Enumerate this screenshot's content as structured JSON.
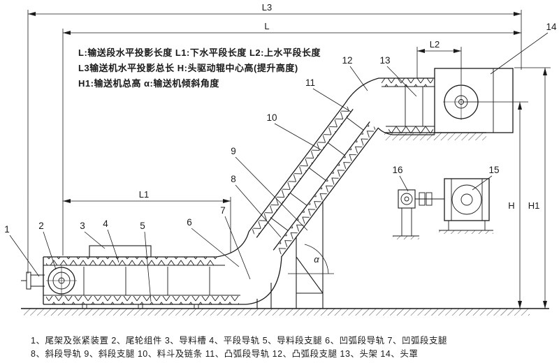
{
  "legend": {
    "line1": "L:输送段水平投影长度  L1:下水平段长度  L2:上水平段长度",
    "line2": "L3输送机水平投影总长  H:头驱动辊中心高(提升高度)",
    "line3": "H1:输送机总高  α:输送机倾斜角度"
  },
  "dimensions": {
    "l3": "L3",
    "l": "L",
    "l2": "L2",
    "l1": "L1",
    "h": "H",
    "h1": "H1",
    "alpha": "α"
  },
  "callouts": [
    "1",
    "2",
    "3",
    "4",
    "5",
    "6",
    "7",
    "8",
    "9",
    "10",
    "11",
    "12",
    "13",
    "14",
    "15",
    "16"
  ],
  "parts_list": {
    "line1": "1、尾架及张紧装置  2、尾轮组件  3、导料槽  4、平段导轨  5、导料段支腿  6、凹弧段导轨  7、凹弧段支腿",
    "line2": "8、斜段导轨  9、斜段支腿  10、料斗及链条  11、凸弧段导轨  12、凸弧段支腿  13、头架  14、头罩"
  },
  "colors": {
    "line": "#1a1a1a",
    "background": "#ffffff"
  }
}
